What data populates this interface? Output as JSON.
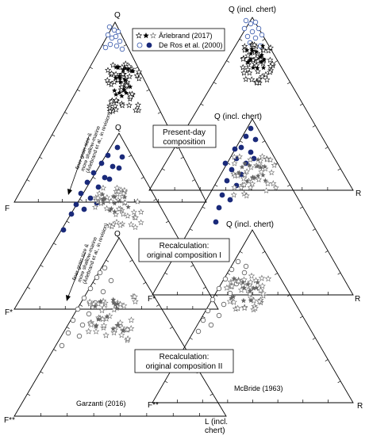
{
  "legend": {
    "star_label": "Ärlebrand (2017)",
    "circle_label": "De Ros et al. (2000)"
  },
  "panels": [
    {
      "id": "p1",
      "apex_top": "Q",
      "apex_left": "F",
      "apex_right": "",
      "footer": ""
    },
    {
      "id": "p2",
      "apex_top": "Q (incl. chert)",
      "apex_left": "",
      "apex_right": "R",
      "footer": ""
    },
    {
      "id": "p3",
      "apex_top": "Q",
      "apex_left": "F*",
      "apex_right": "",
      "footer": ""
    },
    {
      "id": "p4",
      "apex_top": "Q (incl. chert)",
      "apex_left": "F*",
      "apex_right": "R",
      "footer": ""
    },
    {
      "id": "p5",
      "apex_top": "Q",
      "apex_left": "F**",
      "apex_right": "L (incl.",
      "apex_right_2": "chert)",
      "footer": "Garzanti (2016)"
    },
    {
      "id": "p6",
      "apex_top": "Q (incl. chert)",
      "apex_left": "F**",
      "apex_right": "R",
      "footer": "McBride (1963)"
    }
  ],
  "boxes": [
    {
      "id": "present",
      "line1": "Present-day",
      "line2": "composition"
    },
    {
      "id": "recalc1",
      "line1": "Recalculation:",
      "line2": "original composition I"
    },
    {
      "id": "recalc2",
      "line1": "Recalculation:",
      "line2": "original composition II"
    }
  ],
  "arrow_notes": [
    {
      "line1": "finer grain size &",
      "line2": "more shallow-marine",
      "line3": "(Ärlebrand et al., in revision)"
    },
    {
      "line1": "finer grain size &",
      "line2": "more shallow-marine",
      "line3": "(Ärlebrand et al., in revision)"
    }
  ],
  "colors": {
    "circle_present": "#1a2a7a",
    "circle_open_blue": "#3355aa",
    "star_gray": "#666666",
    "star_black": "#000000"
  }
}
